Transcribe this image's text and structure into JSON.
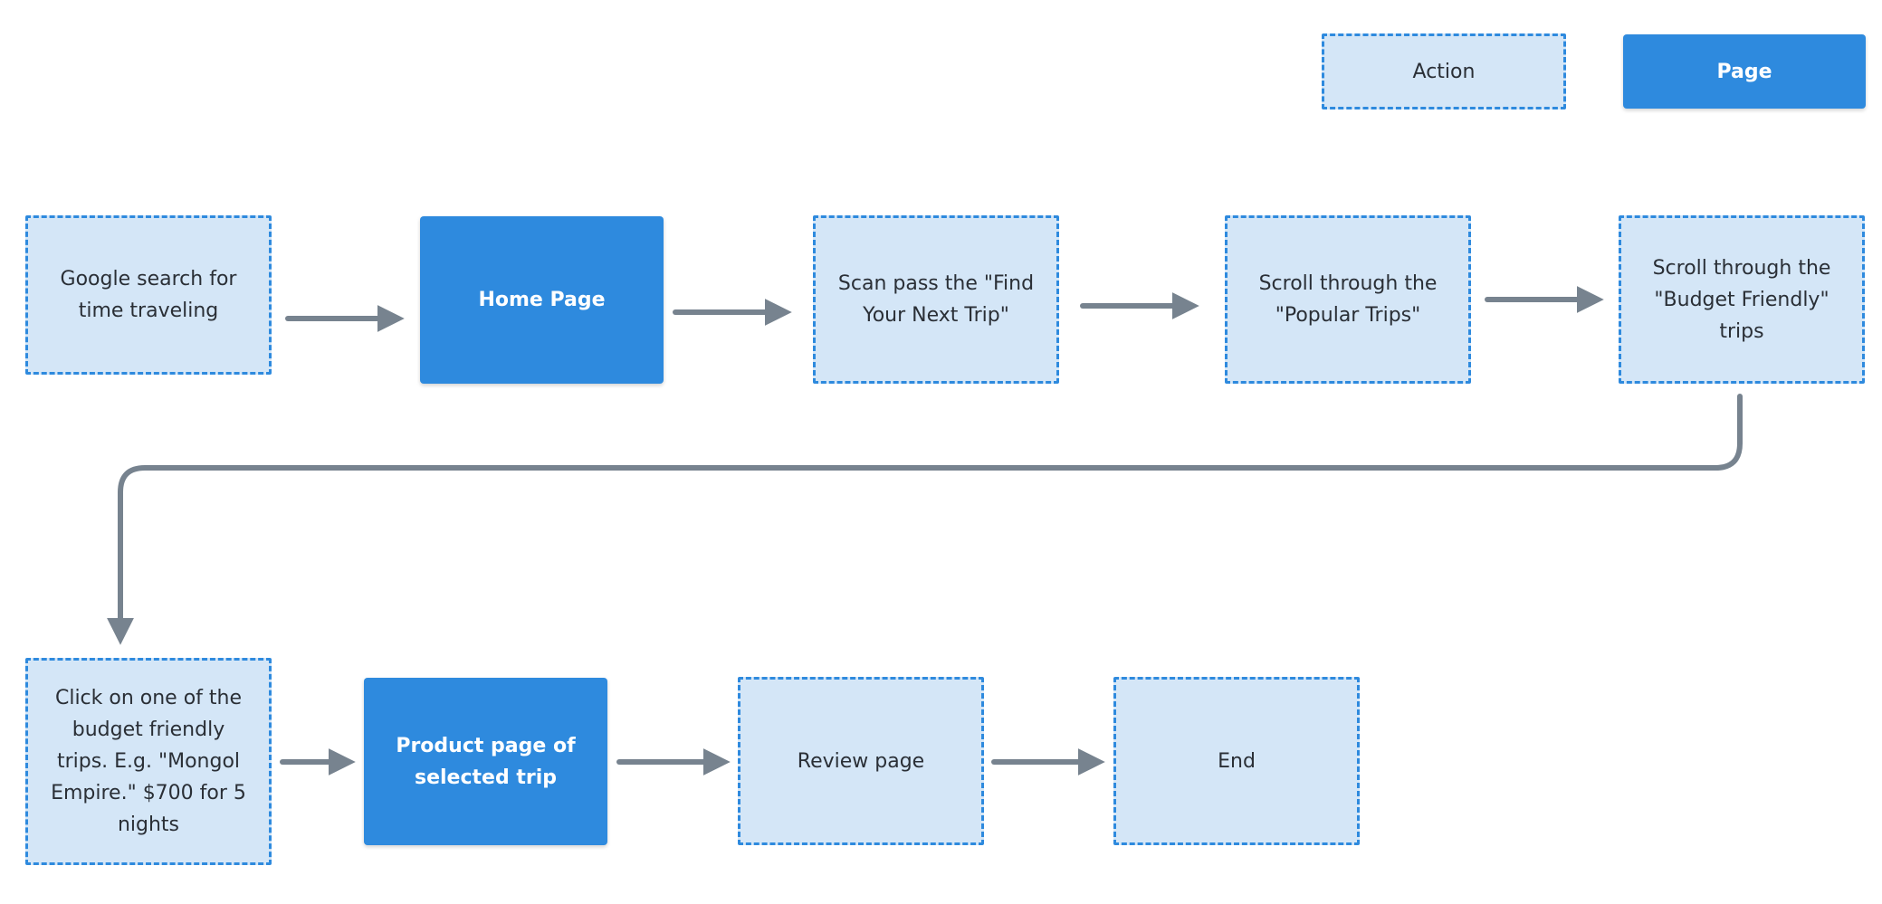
{
  "legend": {
    "action_label": "Action",
    "page_label": "Page"
  },
  "colors": {
    "action_fill": "#d4e6f7",
    "action_border": "#2e8ade",
    "page_fill": "#2e8ade",
    "arrow": "#77838f"
  },
  "nodes": {
    "google_search": "Google search for time traveling",
    "home_page": "Home Page",
    "scan_find_trip": "Scan pass the \"Find Your Next Trip\"",
    "scroll_popular": "Scroll through the \"Popular Trips\"",
    "scroll_budget": "Scroll through the \"Budget Friendly\" trips",
    "click_budget_trip": "Click on one of the budget friendly trips. E.g. \"Mongol Empire.\" $700 for 5 nights",
    "product_page": "Product page of selected trip",
    "review_page": "Review page",
    "end": "End"
  }
}
